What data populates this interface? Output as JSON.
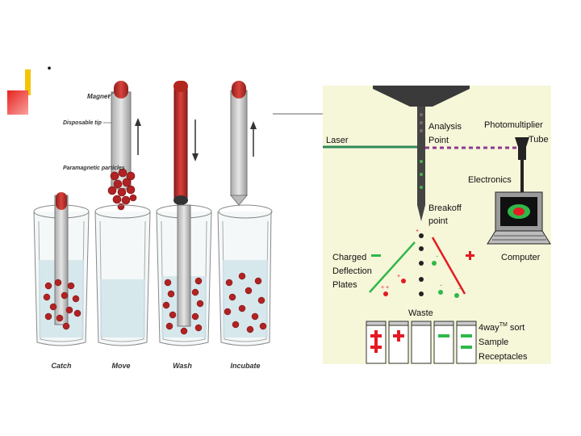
{
  "slide": {
    "bullet_dot": ".",
    "accent_colors": {
      "yellow": "#f5c400",
      "red": "#e8231f",
      "connector": "#b0b0b0"
    }
  },
  "magnetic_separation": {
    "labels": {
      "magnet": "Magnet",
      "tip": "Disposable tip",
      "particles": "Paramagnetic particles"
    },
    "steps": [
      "Catch",
      "Move",
      "Wash",
      "Incubate"
    ],
    "colors": {
      "magnet": "#c9302c",
      "particles": "#b22222",
      "tube_fluid": "#cfe3ea"
    }
  },
  "flow_cytometer": {
    "background": "#f6f6d9",
    "labels": {
      "analysis_point": [
        "Analysis",
        "Point"
      ],
      "laser": "Laser",
      "photomultiplier": [
        "Photomultiplier",
        "Tube"
      ],
      "electronics": "Electronics",
      "breakoff_point": [
        "Breakoff",
        "point"
      ],
      "computer": "Computer",
      "charged_plates": [
        "Charged",
        "Deflection",
        "Plates"
      ],
      "waste": "Waste",
      "sort": [
        "4way",
        "TM",
        " sort",
        "Sample",
        "Receptacles"
      ]
    },
    "receptacles": [
      {
        "signs": [
          "+",
          "+"
        ]
      },
      {
        "signs": [
          "+"
        ]
      },
      {
        "signs": []
      },
      {
        "signs": [
          "-"
        ]
      },
      {
        "signs": [
          "-",
          "-"
        ]
      }
    ],
    "colors": {
      "laser": "#2e8b57",
      "plus": "#e31b23",
      "minus": "#2fb84a"
    }
  }
}
